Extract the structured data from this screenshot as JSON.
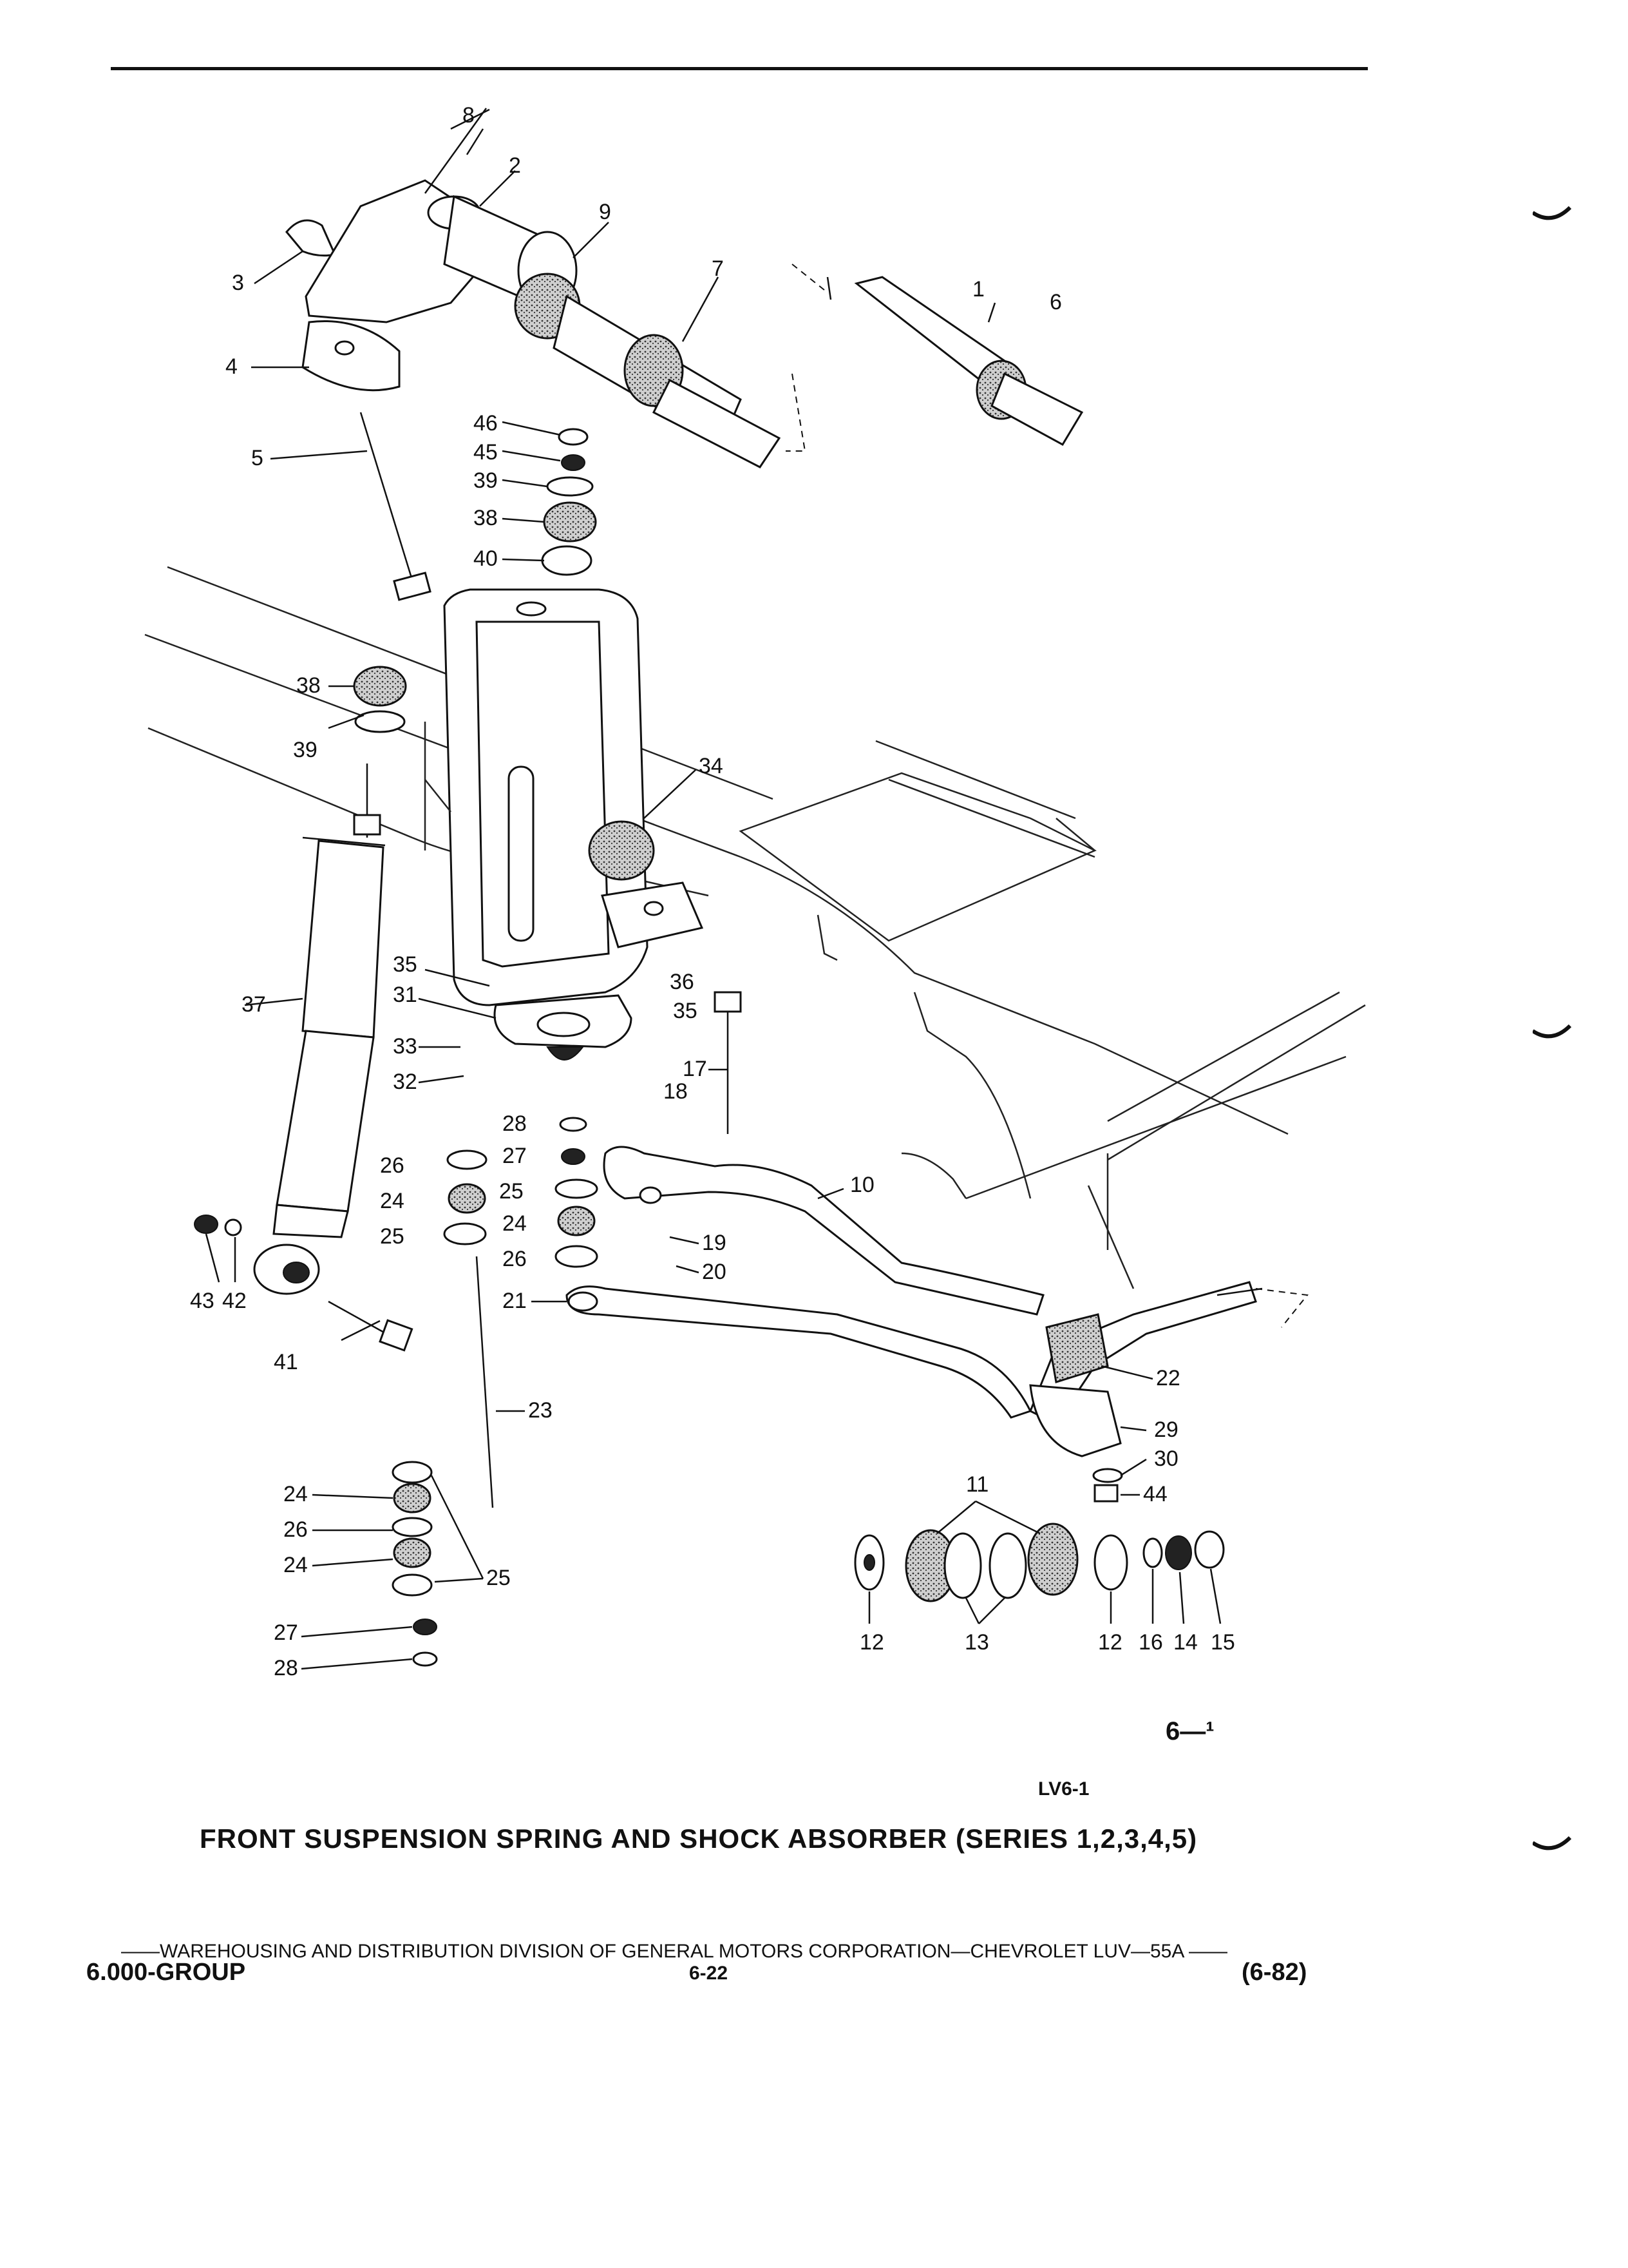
{
  "diagram": {
    "page_id": "6—¹",
    "figure_code": "LV6-1",
    "caption": "FRONT SUSPENSION SPRING AND SHOCK ABSORBER (SERIES 1,2,3,4,5)",
    "callouts": [
      "1",
      "2",
      "3",
      "4",
      "5",
      "6",
      "7",
      "8",
      "9",
      "10",
      "11",
      "12",
      "12",
      "13",
      "14",
      "15",
      "16",
      "17",
      "18",
      "19",
      "20",
      "21",
      "22",
      "23",
      "24",
      "24",
      "24",
      "24",
      "25",
      "25",
      "25",
      "26",
      "26",
      "26",
      "27",
      "27",
      "28",
      "28",
      "29",
      "30",
      "31",
      "32",
      "33",
      "34",
      "35",
      "35",
      "36",
      "37",
      "38",
      "38",
      "39",
      "39",
      "40",
      "41",
      "42",
      "43",
      "44",
      "45",
      "46"
    ]
  },
  "footer": {
    "line": "——WAREHOUSING AND DISTRIBUTION  DIVISION OF GENERAL MOTORS CORPORATION—CHEVROLET LUV—55A  ——",
    "group": "6.000-GROUP",
    "page": "6-22",
    "date_code": "(6-82)"
  }
}
